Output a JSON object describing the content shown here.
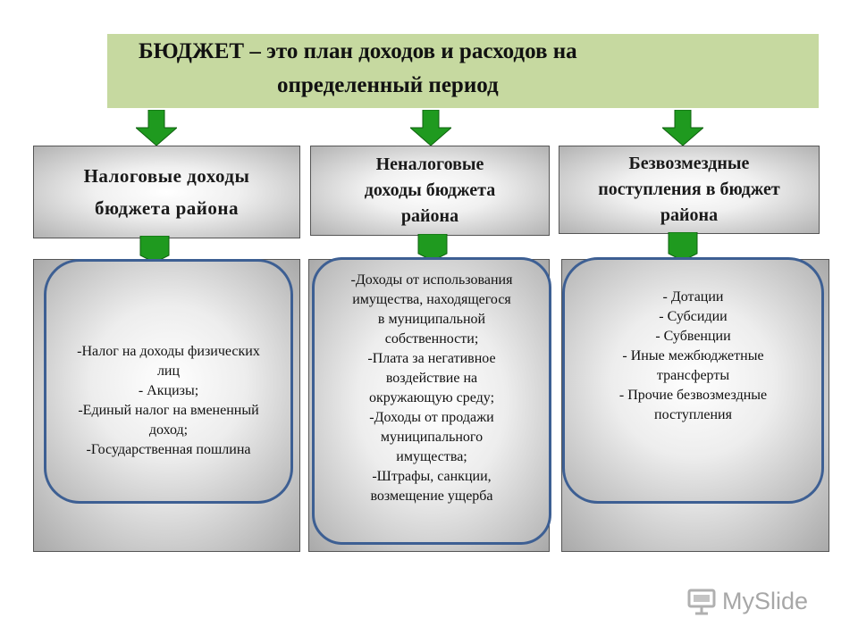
{
  "banner": {
    "line1": "БЮДЖЕТ – это план доходов и расходов на",
    "line2": "определенный период"
  },
  "columns": [
    {
      "heading": [
        "Налоговые доходы",
        "бюджета района"
      ],
      "items": [
        "-Налог на доходы физических",
        "лиц",
        "- Акцизы;",
        "-Единый налог на вмененный",
        "доход;",
        "-Государственная пошлина"
      ]
    },
    {
      "heading": [
        "Неналоговые",
        "доходы бюджета",
        "района"
      ],
      "items": [
        "-Доходы от использования",
        "имущества, находящегося",
        "в муниципальной",
        "собственности;",
        "-Плата за негативное",
        "воздействие на",
        "окружающую среду;",
        "-Доходы от продажи",
        "муниципального",
        "имущества;",
        "-Штрафы, санкции,",
        "возмещение ущерба"
      ]
    },
    {
      "heading": [
        "Безвозмездные",
        "поступления в бюджет",
        "района"
      ],
      "items": [
        "- Дотации",
        "- Субсидии",
        "- Субвенции",
        "- Иные межбюджетные",
        "трансферты",
        "- Прочие безвозмездные",
        "поступления"
      ]
    }
  ],
  "logo": {
    "text": "MySlide"
  },
  "colors": {
    "banner": "#c6d9a0",
    "arrow": "#1f9a1f",
    "pill_border": "#3d5f93"
  }
}
